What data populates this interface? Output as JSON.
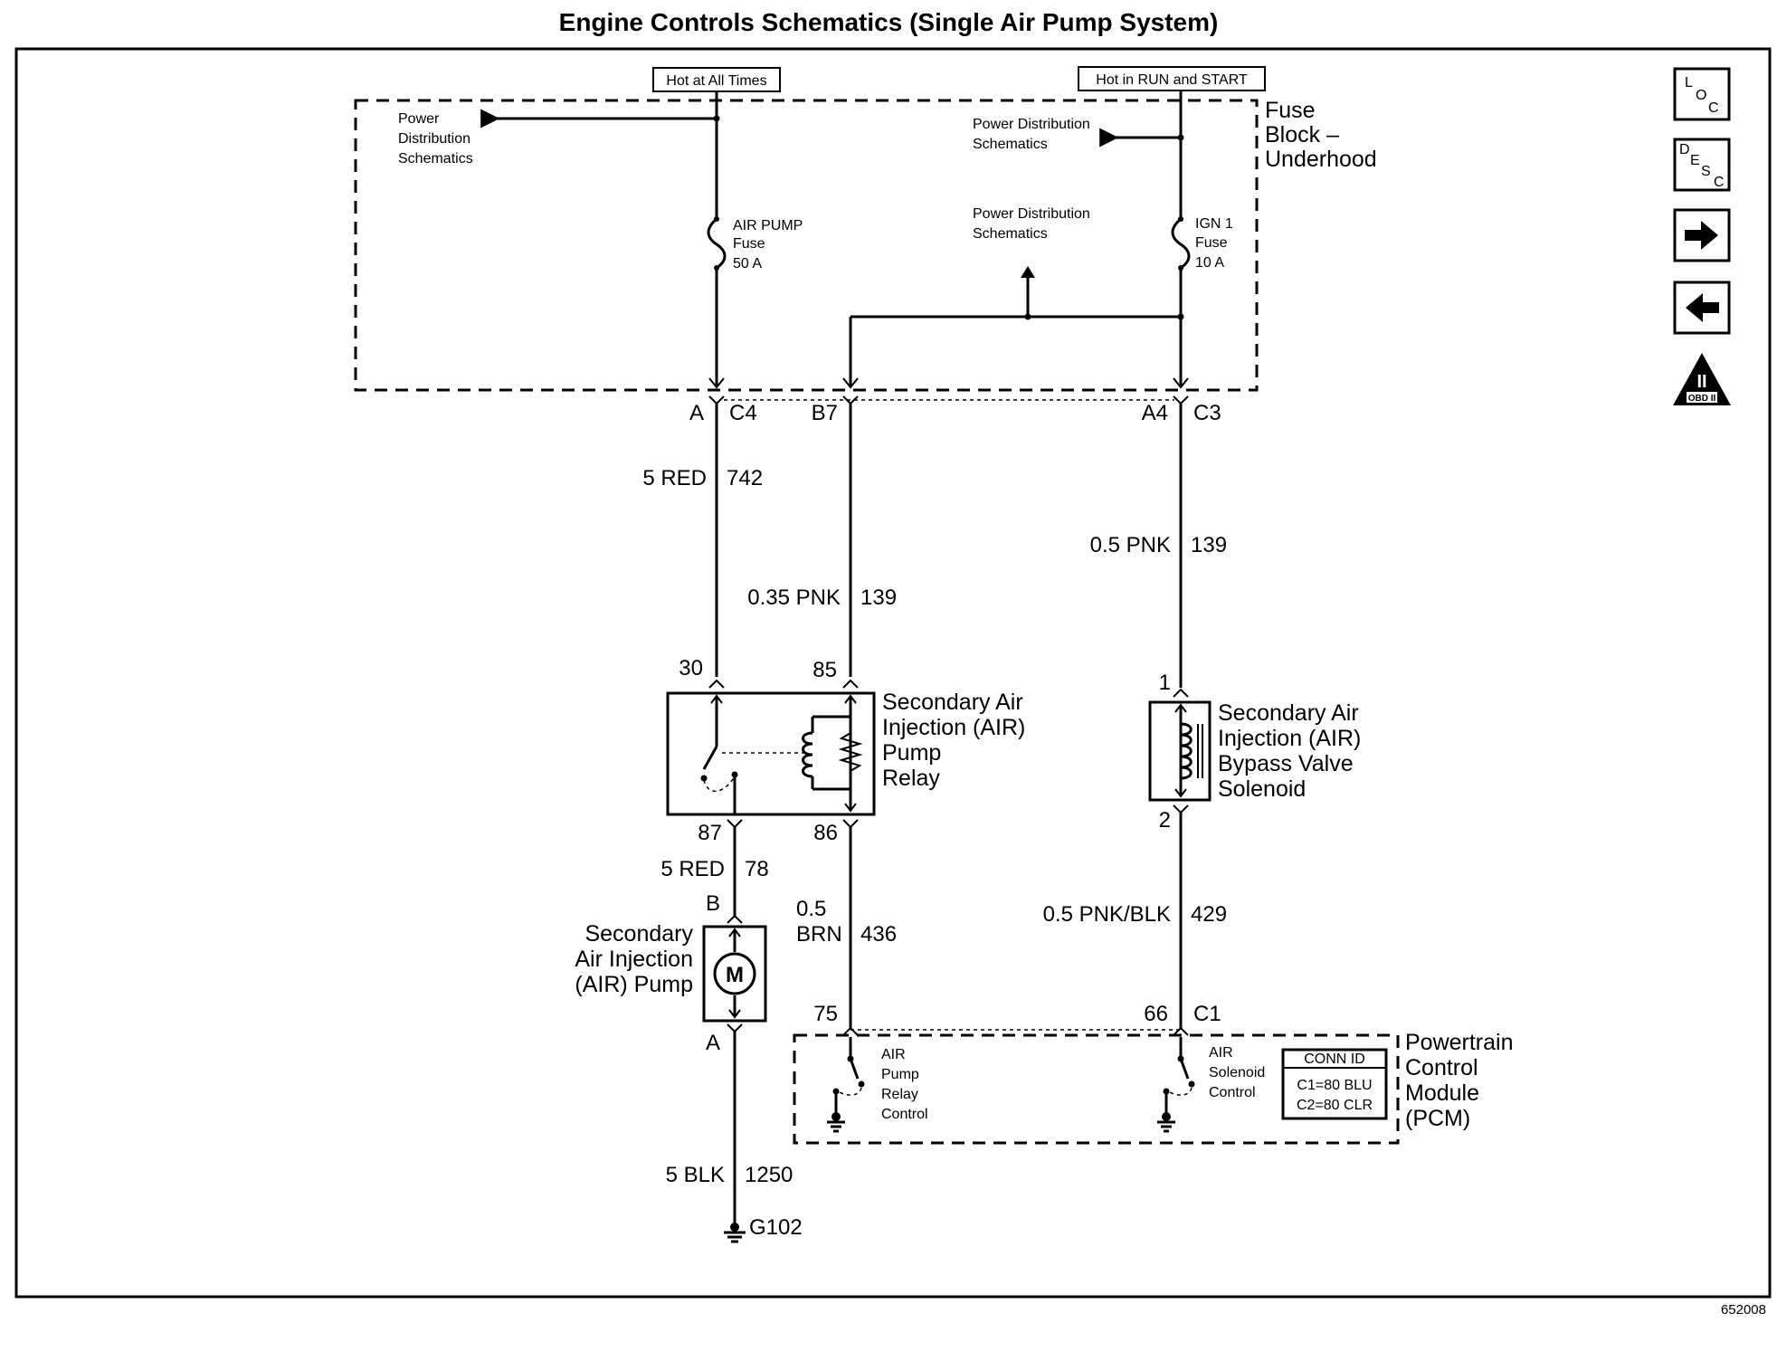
{
  "title": "Engine Controls Schematics (Single Air Pump System)",
  "figure_id": "652008",
  "nav": {
    "loc": {
      "l1": "L",
      "l2": "O",
      "l3": "C"
    },
    "desc": {
      "l1": "D",
      "l2": "E",
      "l3": "S",
      "l4": "C"
    },
    "obd_label": "OBD II",
    "obd_mark": "II"
  },
  "power": {
    "hot_at_all_times": "Hot at All Times",
    "hot_in_run_start": "Hot in RUN and START"
  },
  "fuse_block": {
    "name": [
      "Fuse",
      "Block –",
      "Underhood"
    ],
    "pds_left": [
      "Power",
      "Distribution",
      "Schematics"
    ],
    "pds_right_top": [
      "Power Distribution",
      "Schematics"
    ],
    "pds_right_mid": [
      "Power Distribution",
      "Schematics"
    ],
    "fuse_air_pump": [
      "AIR PUMP",
      "Fuse",
      "50 A"
    ],
    "fuse_ign1": [
      "IGN 1",
      "Fuse",
      "10 A"
    ]
  },
  "connectors": {
    "a": "A",
    "c4": "C4",
    "b7": "B7",
    "a4": "A4",
    "c3": "C3",
    "p30": "30",
    "p85": "85",
    "p87": "87",
    "p86": "86",
    "p1": "1",
    "p2": "2",
    "motor_b": "B",
    "motor_a": "A",
    "p75": "75",
    "p66": "66",
    "c1": "C1"
  },
  "wires": {
    "w742": {
      "gauge": "5 RED",
      "circuit": "742"
    },
    "w139a": {
      "gauge": "0.35 PNK",
      "circuit": "139"
    },
    "w139b": {
      "gauge": "0.5 PNK",
      "circuit": "139"
    },
    "w78": {
      "gauge": "5 RED",
      "circuit": "78"
    },
    "w436": {
      "gauge1": "0.5",
      "gauge2": "BRN",
      "circuit": "436"
    },
    "w429": {
      "gauge": "0.5 PNK/BLK",
      "circuit": "429"
    },
    "w1250": {
      "gauge": "5 BLK",
      "circuit": "1250"
    }
  },
  "components": {
    "relay": [
      "Secondary Air",
      "Injection (AIR)",
      "Pump",
      "Relay"
    ],
    "solenoid": [
      "Secondary Air",
      "Injection (AIR)",
      "Bypass Valve",
      "Solenoid"
    ],
    "pump": [
      "Secondary",
      "Air Injection",
      "(AIR) Pump"
    ],
    "motor_symbol": "M",
    "pcm": [
      "Powertrain",
      "Control",
      "Module",
      "(PCM)"
    ],
    "relay_control": [
      "AIR",
      "Pump",
      "Relay",
      "Control"
    ],
    "solenoid_control": [
      "AIR",
      "Solenoid",
      "Control"
    ],
    "conn_id_title": "CONN ID",
    "conn_id": [
      "C1=80 BLU",
      "C2=80 CLR"
    ],
    "ground": "G102"
  }
}
